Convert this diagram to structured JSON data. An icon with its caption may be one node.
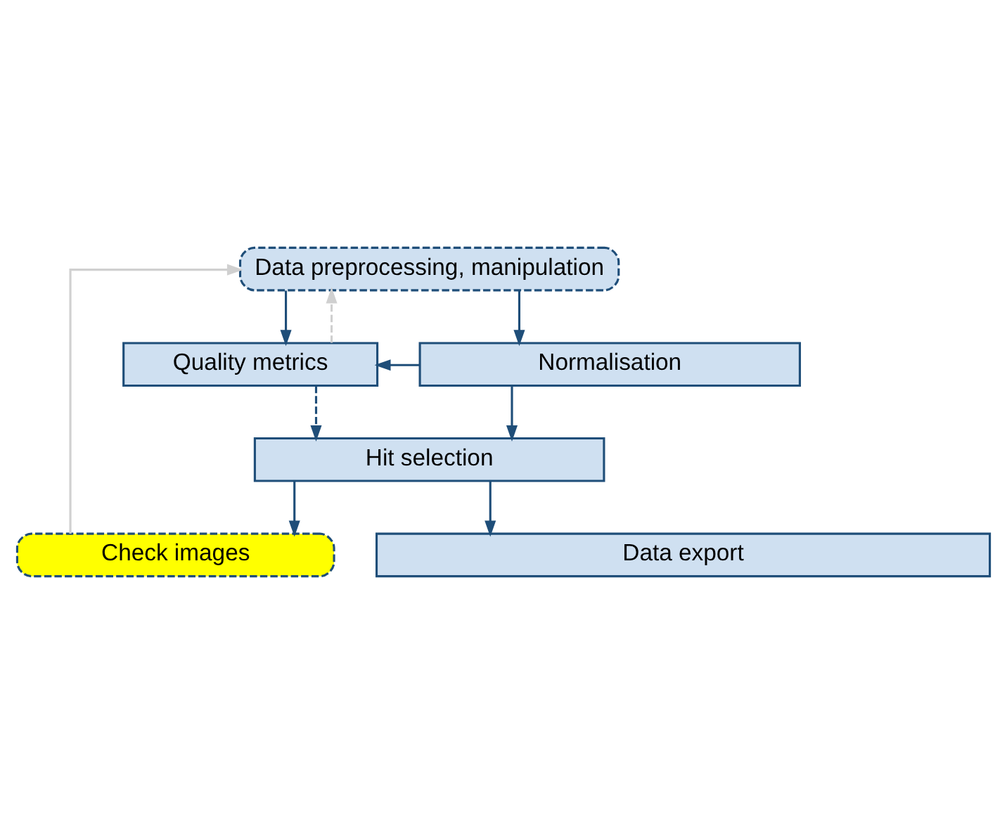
{
  "diagram": {
    "nodes": [
      {
        "text": [
          "Data preprocessing, manipulation"
        ]
      },
      {
        "text": [
          "Quality metrics"
        ]
      },
      {
        "text": [
          "Normalisation"
        ]
      },
      {
        "text": [
          "Hit selection"
        ]
      },
      {
        "text": [
          "Check images"
        ]
      },
      {
        "text": [
          "Data export"
        ]
      }
    ],
    "edges": [
      {
        "from": 0,
        "to": 2,
        "arrow": "to"
      },
      {
        "from": 0,
        "to": 1,
        "arrow": "to"
      },
      {
        "from": 1,
        "to": 0,
        "arrow": "to",
        "style": "dashed",
        "color": "#d0d0d0"
      },
      {
        "from": 2,
        "to": 1,
        "arrow": "to"
      },
      {
        "from": 2,
        "to": 3,
        "arrow": "to"
      },
      {
        "from": 1,
        "to": 3,
        "arrow": "to",
        "style": "dashed"
      },
      {
        "from": 3,
        "to": 4,
        "arrow": "to"
      },
      {
        "from": 3,
        "to": 5,
        "arrow": "to"
      },
      {
        "from": 4,
        "to": 0,
        "arrow": "to",
        "color": "#d0d0d0"
      }
    ]
  }
}
